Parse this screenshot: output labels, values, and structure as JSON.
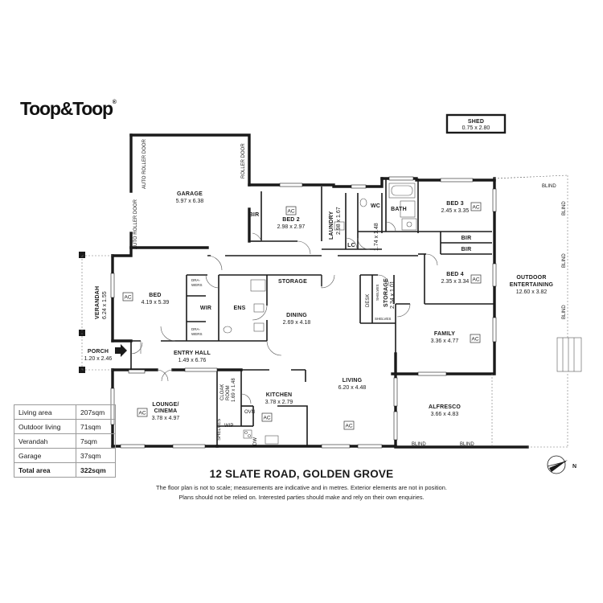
{
  "brand": {
    "name": "Toop&Toop",
    "mark": "®"
  },
  "rooms": {
    "garage": {
      "name": "GARAGE",
      "dims": "5.97 x 6.38"
    },
    "auto_roller_door": "AUTO ROLLER DOOR",
    "roller_door": "ROLLER DOOR",
    "bir": "BIR",
    "bed2": {
      "name": "BED 2",
      "dims": "2.98 x 2.97"
    },
    "laundry": {
      "name": "LAUNDRY",
      "dims": "2.98 x 1.67"
    },
    "lc": "LC",
    "wc": {
      "name": "WC",
      "dims": "1.74 x 1.48"
    },
    "bath": "BATH",
    "bed3": {
      "name": "BED 3",
      "dims": "2.45 x 3.35"
    },
    "bed4": {
      "name": "BED 4",
      "dims": "2.35 x 3.34"
    },
    "outdoor": {
      "name": "OUTDOOR",
      "name2": "ENTERTAINING",
      "dims": "12.60 x 3.82"
    },
    "blind": "BLIND",
    "verandah": {
      "name": "VERANDAH",
      "dims": "6.24 x 1.55"
    },
    "bed": {
      "name": "BED",
      "dims": "4.19 x 5.39"
    },
    "drawers": {
      "a": "DRA-",
      "b": "WERS"
    },
    "wir": "WIR",
    "ens": "ENS",
    "storage": "STORAGE",
    "desk": "DESK",
    "shelves": "SHELVES",
    "storage2": {
      "name": "STORAGE",
      "dims": "2.34 x 1.01"
    },
    "dining": {
      "name": "DINING",
      "dims": "2.69 x 4.18"
    },
    "family": {
      "name": "FAMILY",
      "dims": "3.36 x 4.77"
    },
    "porch": {
      "name": "PORCH",
      "dims": "1.20 x 2.46"
    },
    "entry": {
      "name": "ENTRY HALL",
      "dims": "1.49 x 6.76"
    },
    "living": {
      "name": "LIVING",
      "dims": "6.20 x 4.48"
    },
    "lounge": {
      "name": "LOUNGE/",
      "name2": "CINEMA",
      "dims": "3.78 x 4.97"
    },
    "cloak": {
      "name": "CLOAK",
      "name2": "ROOM",
      "dims": "1.69 x 1.48"
    },
    "kitchen": {
      "name": "KITCHEN",
      "dims": "3.78 x 2.79"
    },
    "ovn": "OVN",
    "wip": "WIP",
    "dw": "DW",
    "alfresco": {
      "name": "ALFRESCO",
      "dims": "3.66 x 4.83"
    },
    "shed": {
      "name": "SHED",
      "dims": "0.75 x 2.80"
    },
    "ac": "AC"
  },
  "compass": {
    "north": "N"
  },
  "areas": [
    {
      "label": "Living area",
      "value": "207sqm"
    },
    {
      "label": "Outdoor living",
      "value": "71sqm"
    },
    {
      "label": "Verandah",
      "value": "7sqm"
    },
    {
      "label": "Garage",
      "value": "37sqm"
    }
  ],
  "total": {
    "label": "Total area",
    "value": "322sqm"
  },
  "address": "12 SLATE ROAD, GOLDEN GROVE",
  "disclaimer": {
    "line1": "The floor plan is not to scale; measurements are indicative and in metres. Exterior elements are not in position.",
    "line2": "Plans should not be relied on. Interested parties should make and rely on their own enquiries."
  }
}
